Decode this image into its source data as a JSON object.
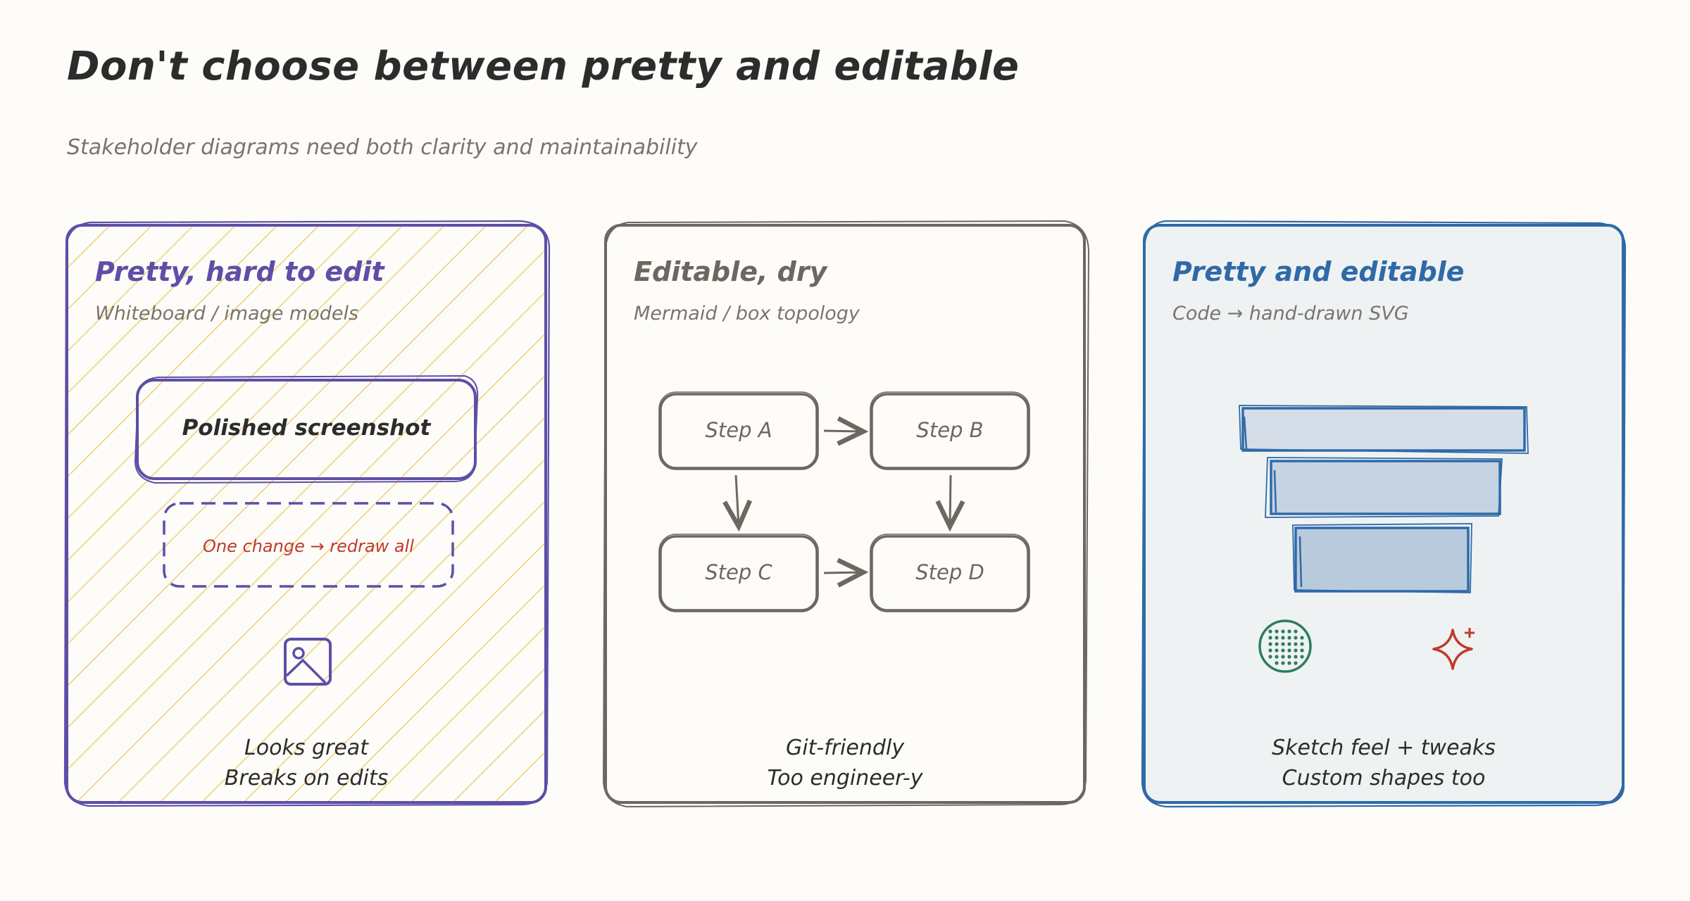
{
  "title": "Don't choose between pretty and editable",
  "subtitle": "Stakeholder diagrams need both clarity and maintainability",
  "colors": {
    "purple": "#5e4ea8",
    "hatch": "#f0cf7a",
    "gray": "#6e6760",
    "blue": "#2f6aa8",
    "red": "#c0392b",
    "green": "#2e7d5a"
  },
  "cards": [
    {
      "title": "Pretty, hard to edit",
      "subtitle": "Whiteboard / image models",
      "box_main": "Polished screenshot",
      "box_dashed": "One change → redraw all",
      "icon": "image-icon",
      "footer": [
        "Looks great",
        "Breaks on edits"
      ]
    },
    {
      "title": "Editable, dry",
      "subtitle": "Mermaid / box topology",
      "steps": [
        "Step A",
        "Step B",
        "Step C",
        "Step D"
      ],
      "footer": [
        "Git-friendly",
        "Too engineer-y"
      ]
    },
    {
      "title": "Pretty and editable",
      "subtitle": "Code → hand-drawn SVG",
      "icons": [
        "dotted-circle-icon",
        "sparkle-icon"
      ],
      "footer": [
        "Sketch feel + tweaks",
        "Custom shapes too"
      ]
    }
  ]
}
